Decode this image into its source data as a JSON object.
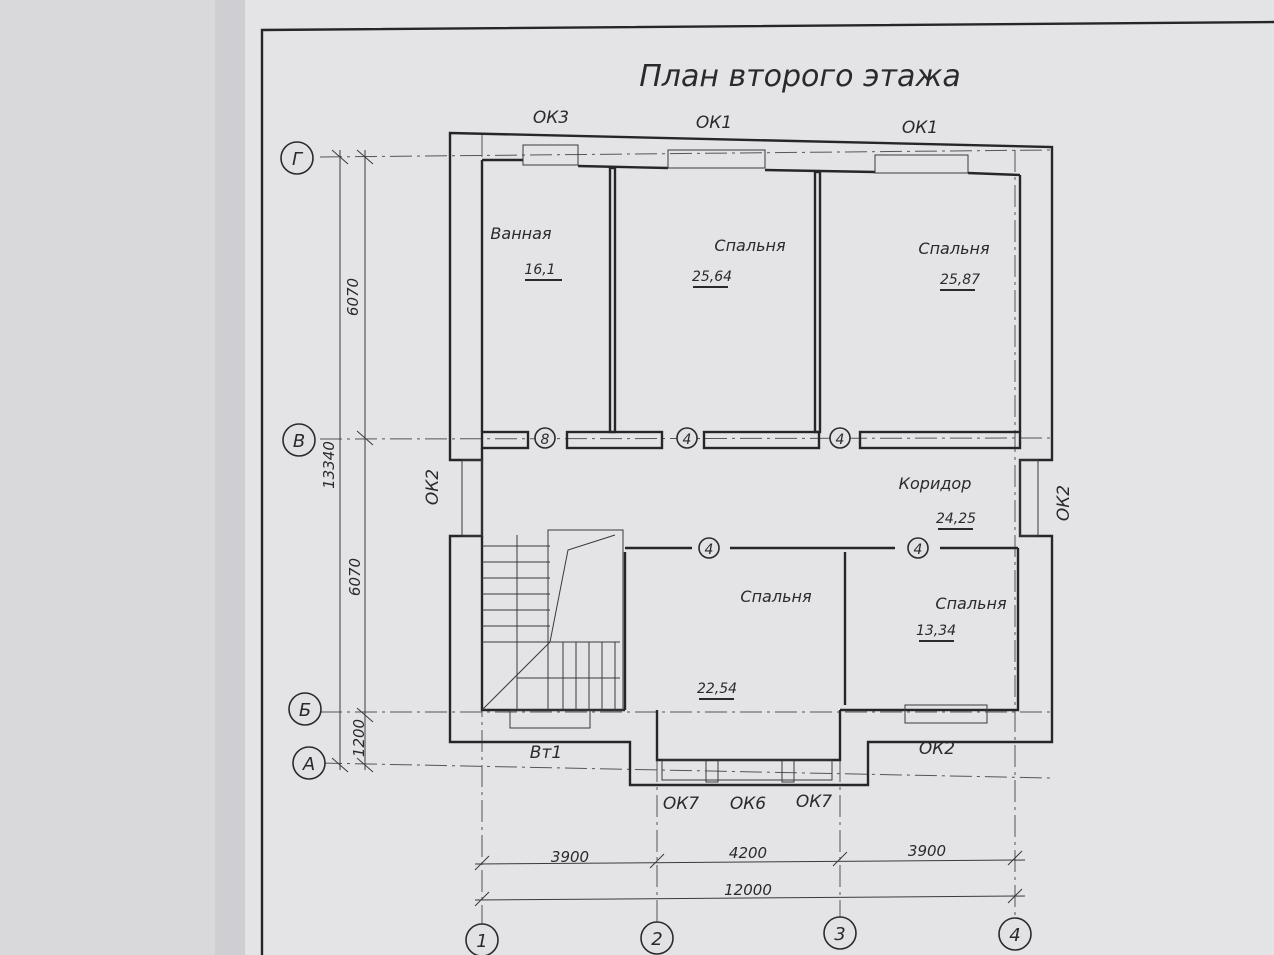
{
  "title": "План второго этажа",
  "rooms": [
    {
      "name": "Ванная",
      "area": "16,1"
    },
    {
      "name": "Спальня",
      "area": "25,64"
    },
    {
      "name": "Спальня",
      "area": "25,87"
    },
    {
      "name": "Коридор",
      "area": "24,25"
    },
    {
      "name": "Спальня",
      "area": "22,54"
    },
    {
      "name": "Спальня",
      "area": "13,34"
    }
  ],
  "openings": {
    "top": [
      "ОК3",
      "ОК1",
      "ОК1"
    ],
    "left": "ОК2",
    "right": "ОК2",
    "bottom": [
      "Вт1",
      "ОК2",
      "ОК7",
      "ОК6",
      "ОК7"
    ]
  },
  "wall_marks": [
    "8",
    "4",
    "4",
    "4",
    "4"
  ],
  "axes": {
    "columns": [
      "1",
      "2",
      "3",
      "4"
    ],
    "rows": [
      "Г",
      "В",
      "Б",
      "А"
    ]
  },
  "dimensions": {
    "horizontal": [
      "3900",
      "4200",
      "3900"
    ],
    "horizontal_total": "12000",
    "vertical": [
      "6070",
      "6070",
      "1200"
    ],
    "vertical_total": "13340"
  }
}
